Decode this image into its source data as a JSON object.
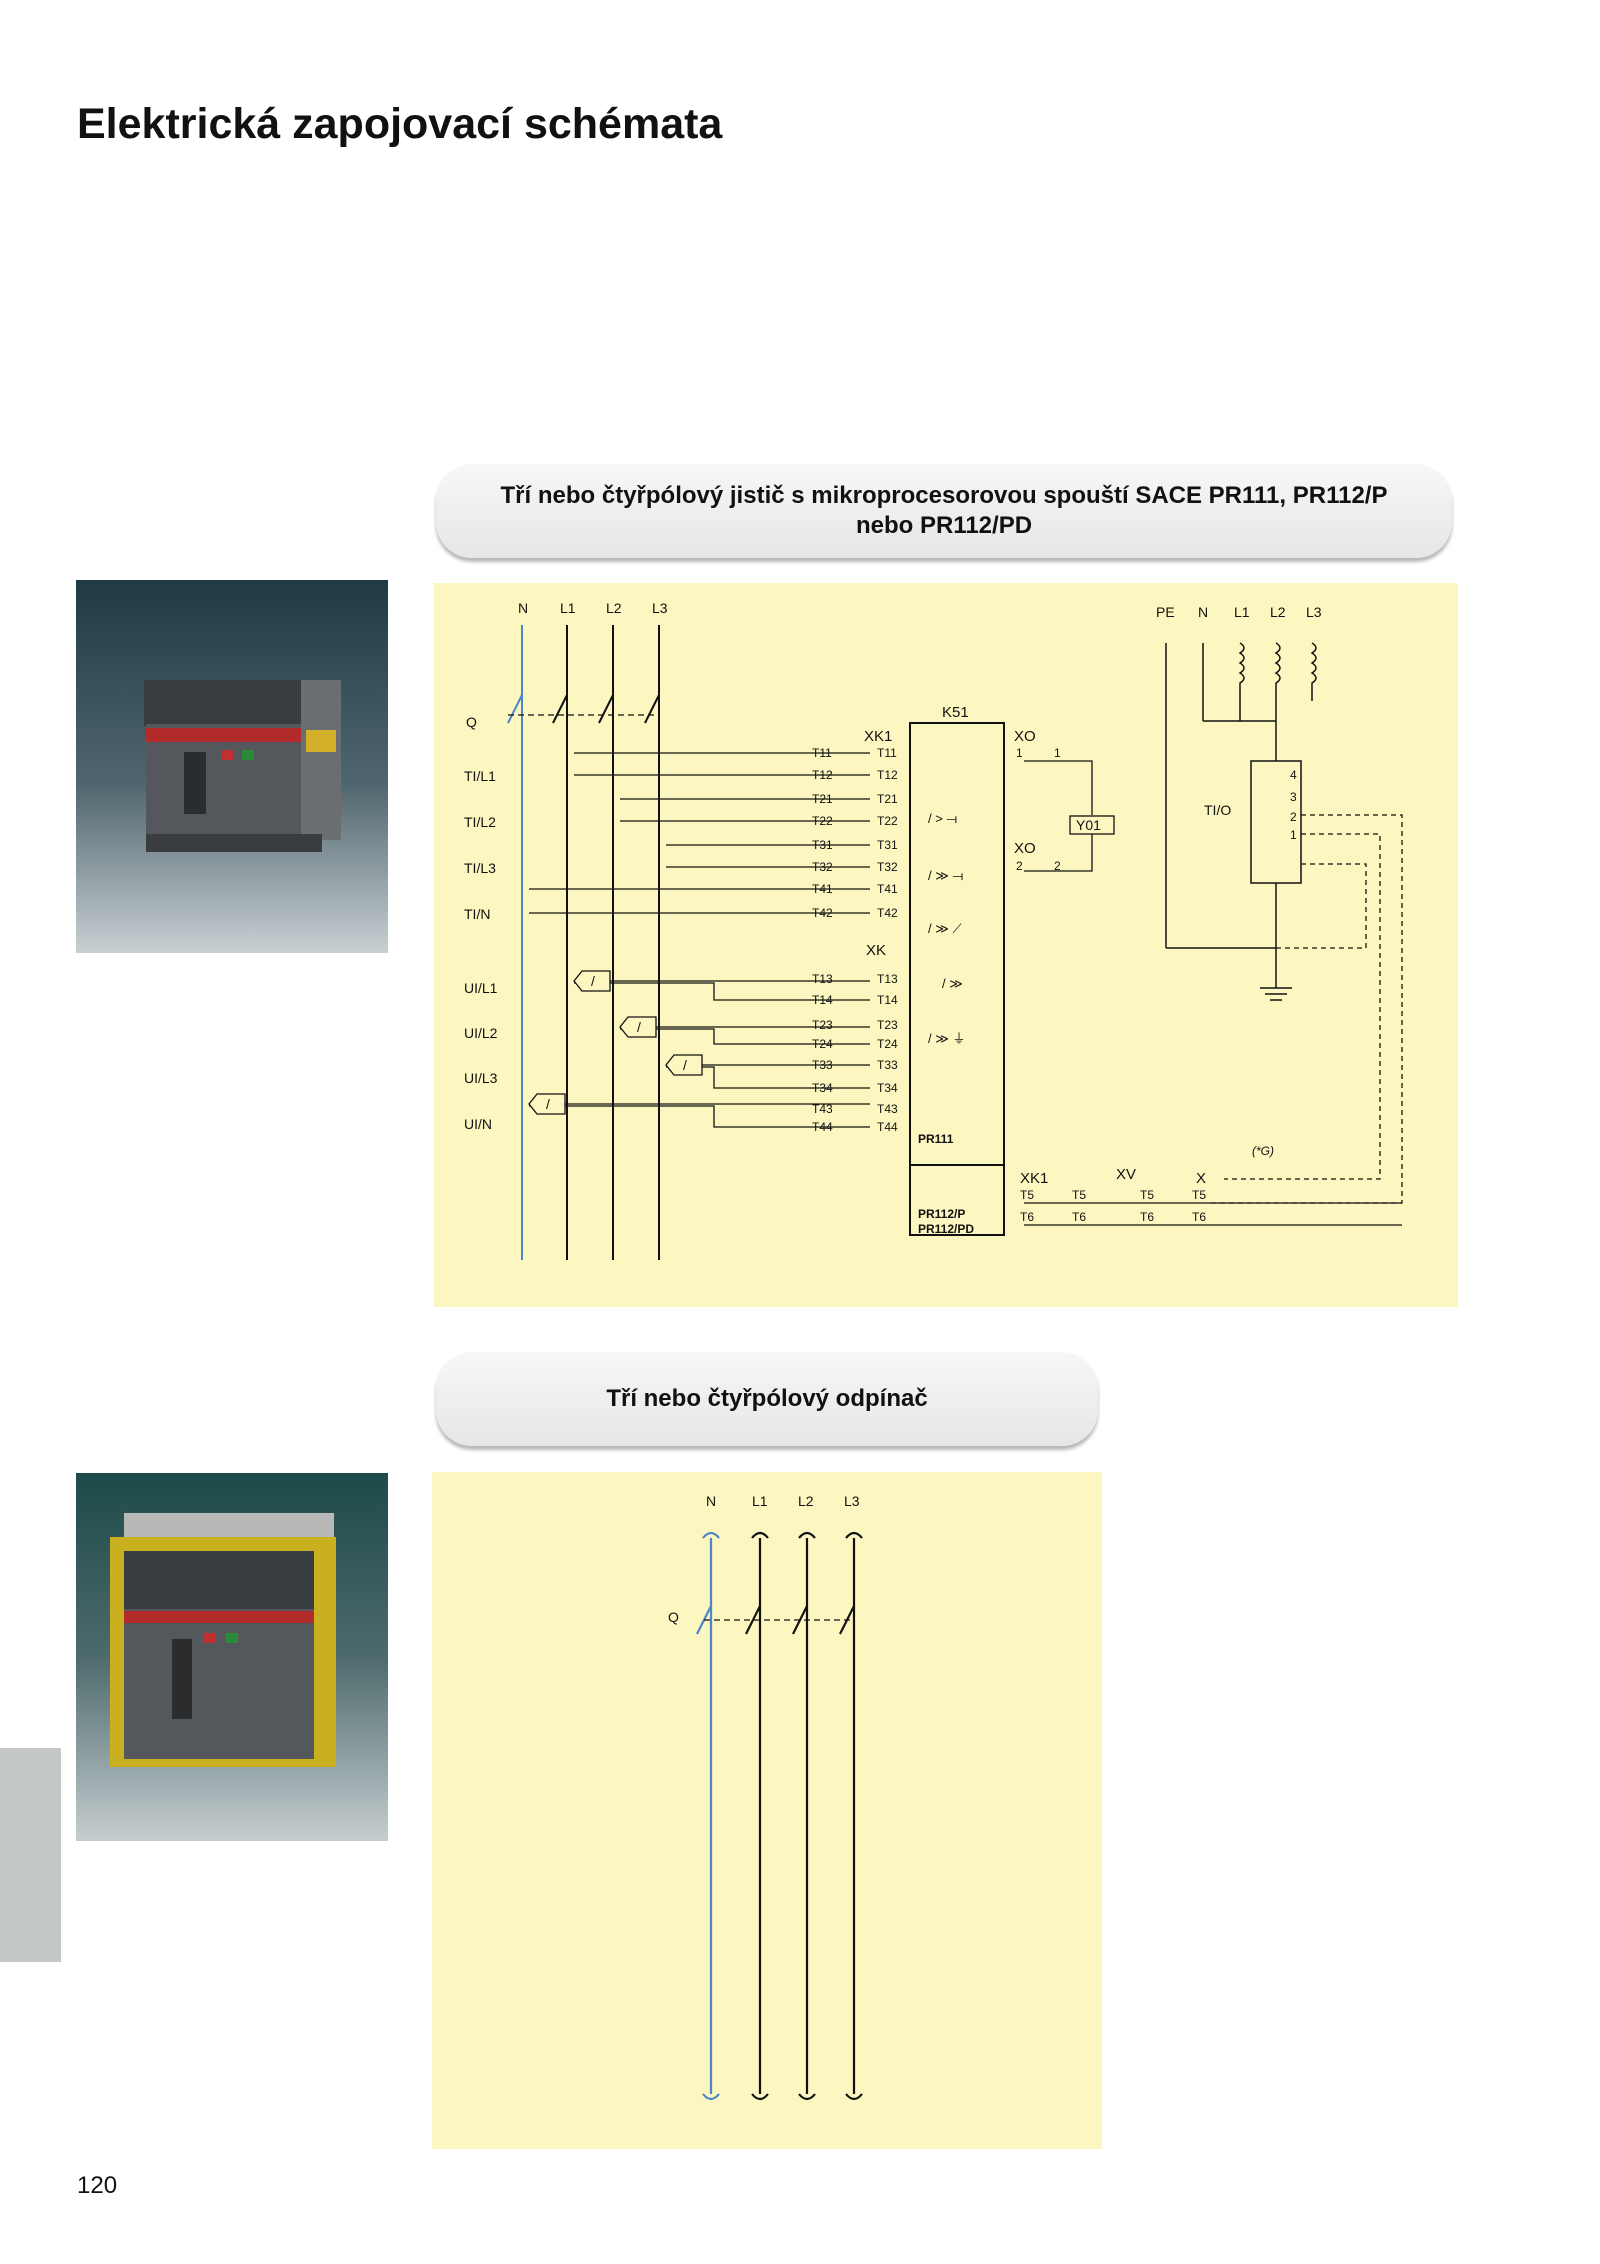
{
  "page": {
    "title": "Elektrická zapojovací schémata",
    "number": "120"
  },
  "section1": {
    "heading_line1": "Tří nebo čtyřpólový jistič s mikroprocesorovou spouští SACE PR111, PR112/P",
    "heading_line2": "nebo PR112/PD"
  },
  "section2": {
    "heading": "Tří nebo čtyřpólový odpínač"
  },
  "diagram1": {
    "poles": [
      "N",
      "L1",
      "L2",
      "L3"
    ],
    "q": "Q",
    "ti_labels": [
      "TI/L1",
      "TI/L2",
      "TI/L3",
      "TI/N"
    ],
    "ui_labels": [
      "UI/L1",
      "UI/L2",
      "UI/L3",
      "UI/N"
    ],
    "xk1": "XK1",
    "xk": "XK",
    "k51": "K51",
    "terminals_top": [
      "T11",
      "T12",
      "T21",
      "T22",
      "T31",
      "T32",
      "T41",
      "T42"
    ],
    "terminals_bottom": [
      "T13",
      "T14",
      "T23",
      "T24",
      "T33",
      "T34",
      "T43",
      "T44"
    ],
    "xo": "XO",
    "xo_nums": [
      "1",
      "1",
      "2",
      "2"
    ],
    "y01": "Y01",
    "pr111": "PR111",
    "pr112_p": "PR112/P",
    "pr112_pd": "PR112/PD",
    "right_poles": [
      "PE",
      "N",
      "L1",
      "L2",
      "L3"
    ],
    "tio": "TI/O",
    "tio_pins": [
      "4",
      "3",
      "2",
      "1"
    ],
    "xk1b": "XK1",
    "xv": "XV",
    "x": "X",
    "t5": "T5",
    "t6": "T6",
    "g_note": "(*G)",
    "slash": "/",
    "relay_symbols": [
      "/ > ⟞",
      "/ ≫ ⟞",
      "/ ≫ ⟋",
      "/ ≫",
      "/ ≫ ⏚"
    ]
  },
  "diagram2": {
    "poles": [
      "N",
      "L1",
      "L2",
      "L3"
    ],
    "q": "Q"
  },
  "colors": {
    "panel": "#fcf6c0",
    "neutral_line": "#4a86c8",
    "side_tab": "#c4c9c7"
  }
}
